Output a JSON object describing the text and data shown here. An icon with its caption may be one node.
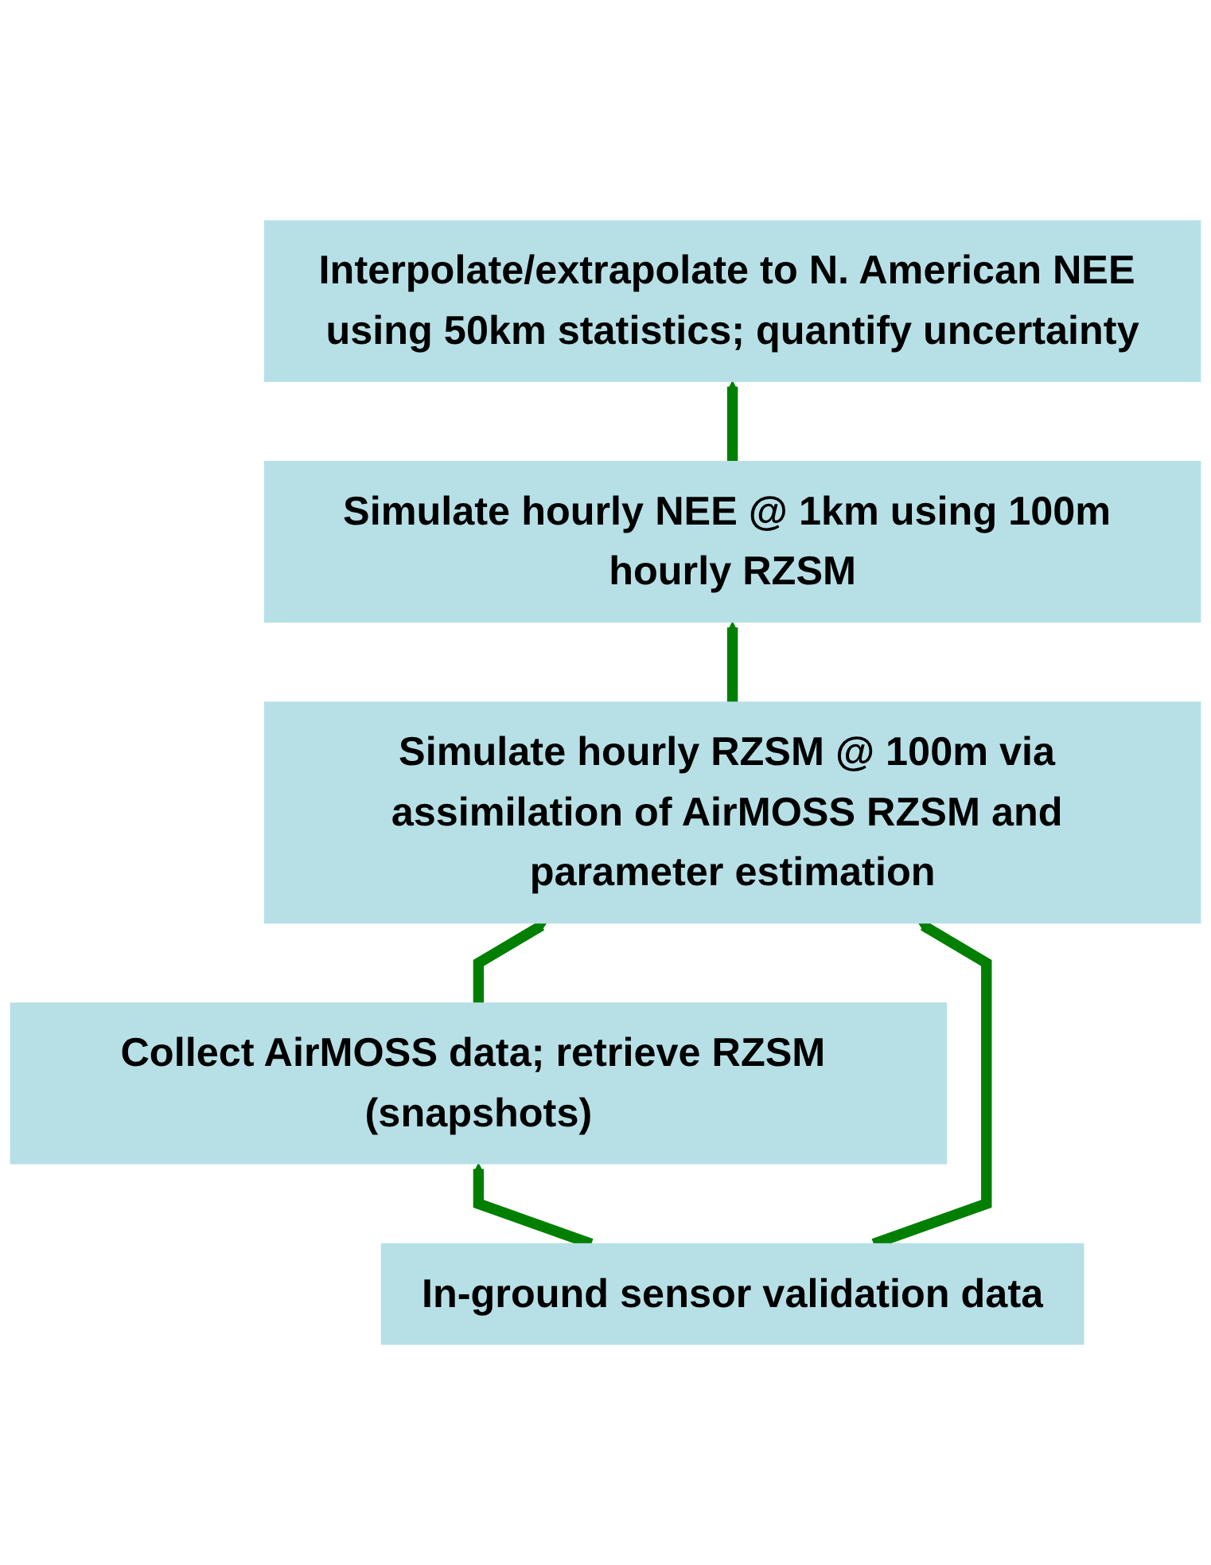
{
  "diagram": {
    "nodes": [
      {
        "text": [
          "Interpolate/extrapolate to N. American NEE using 50km statistics; quantify uncertainty"
        ]
      },
      {
        "text": [
          "Simulate hourly NEE @ 1km using 100m hourly RZSM"
        ]
      },
      {
        "text": [
          "Simulate hourly RZSM @ 100m via assimilation of AirMOSS RZSM and parameter estimation"
        ]
      },
      {
        "text": [
          "Collect AirMOSS data; retrieve RZSM (snapshots)"
        ]
      },
      {
        "text": [
          "In-ground sensor validation data"
        ]
      }
    ],
    "edges": [
      {
        "from": 4,
        "to": 3,
        "arrow": "to",
        "color": "#007f00"
      },
      {
        "from": 3,
        "to": 2,
        "arrow": "to",
        "color": "#007f00"
      },
      {
        "from": 4,
        "to": 2,
        "arrow": "to",
        "color": "#007f00"
      },
      {
        "from": 2,
        "to": 1,
        "arrow": "to",
        "color": "#007f00"
      },
      {
        "from": 1,
        "to": 0,
        "arrow": "to",
        "color": "#007f00"
      }
    ]
  }
}
